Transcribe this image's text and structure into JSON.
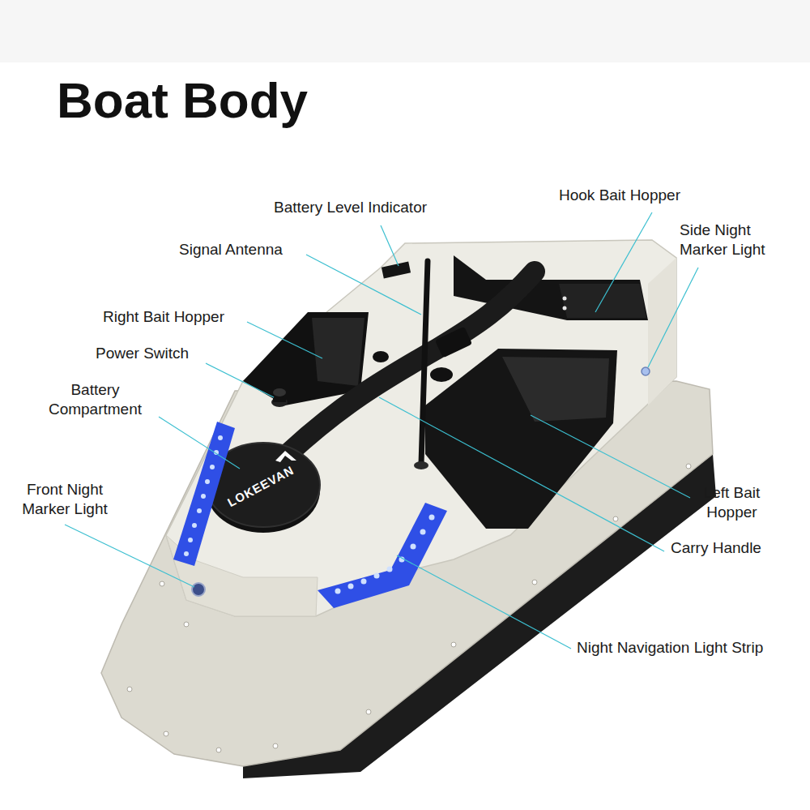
{
  "diagram": {
    "title": "Boat Body",
    "labels": [
      "Battery Level Indicator",
      "Hook Bait Hopper",
      "Side Night Marker Light",
      "Signal Antenna",
      "Right Bait Hopper",
      "Power Switch",
      "Battery Compartment",
      "LOKEEVAN",
      "Front Night Marker Light",
      "Left Bait Hopper",
      "Carry Handle",
      "Night Navigation Light Strip"
    ]
  }
}
